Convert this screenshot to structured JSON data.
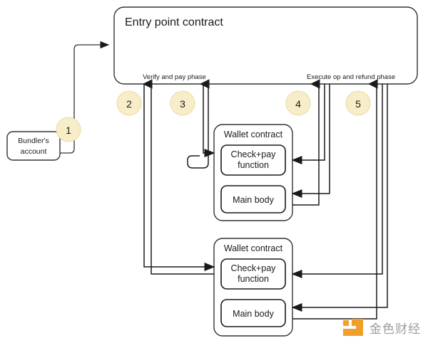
{
  "diagram": {
    "entry_point": {
      "title": "Entry point contract"
    },
    "phases": [
      {
        "id": "verify-pay",
        "label": "Verify and pay phase"
      },
      {
        "id": "execute-refund",
        "label": "Execute op and refund phase"
      }
    ],
    "bundler": {
      "line1": "Bundler's",
      "line2": "account"
    },
    "wallets": [
      {
        "id": "wallet-contract-1",
        "title": "Wallet contract",
        "parts": [
          {
            "id": "check-pay-1",
            "line1": "Check+pay",
            "line2": "function"
          },
          {
            "id": "main-body-1",
            "line1": "Main body",
            "line2": ""
          }
        ]
      },
      {
        "id": "wallet-contract-2",
        "title": "Wallet contract",
        "parts": [
          {
            "id": "check-pay-2",
            "line1": "Check+pay",
            "line2": "function"
          },
          {
            "id": "main-body-2",
            "line1": "Main body",
            "line2": ""
          }
        ]
      }
    ],
    "step_badges": [
      {
        "id": "step-1",
        "label": "1"
      },
      {
        "id": "step-2",
        "label": "2"
      },
      {
        "id": "step-3",
        "label": "3"
      },
      {
        "id": "step-4",
        "label": "4"
      },
      {
        "id": "step-5",
        "label": "5"
      }
    ],
    "colors": {
      "badge_fill": "#f7edc8",
      "badge_stroke": "#e8dba8",
      "stroke": "#1a1a1a",
      "box_stroke": "#333333",
      "watermark_orange": "#f0a02a",
      "watermark_gray": "#9d9d9d"
    }
  },
  "watermark": {
    "text": "金色财经"
  }
}
